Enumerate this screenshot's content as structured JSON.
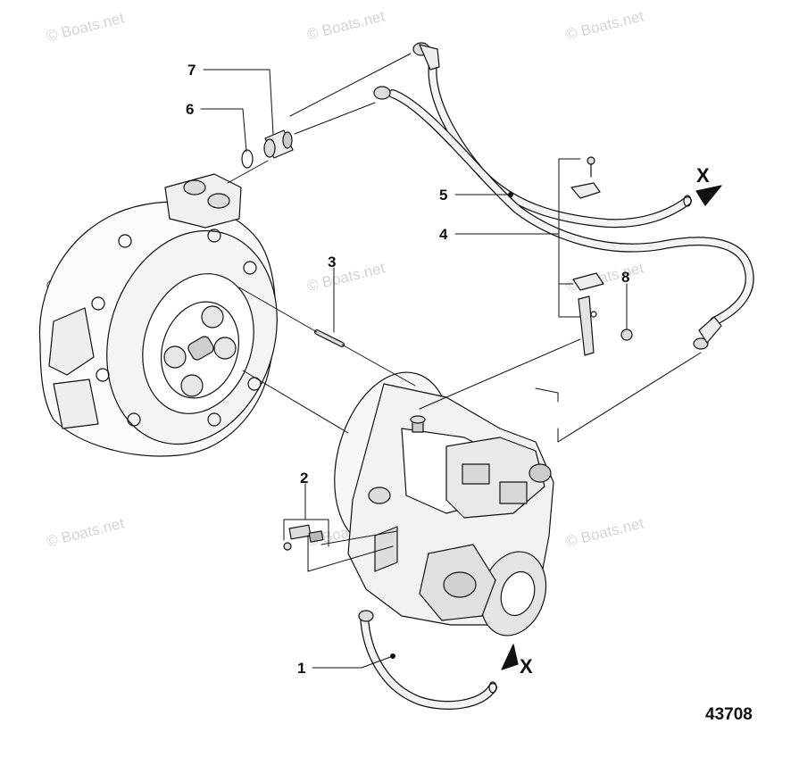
{
  "watermark": "© Boats.net",
  "figure_number": "43708",
  "callouts": {
    "c1": "1",
    "c2": "2",
    "c3": "3",
    "c4": "4",
    "c5": "5",
    "c6": "6",
    "c7": "7",
    "c8": "8"
  },
  "connector_marks": {
    "upper": "X",
    "lower": "X"
  }
}
